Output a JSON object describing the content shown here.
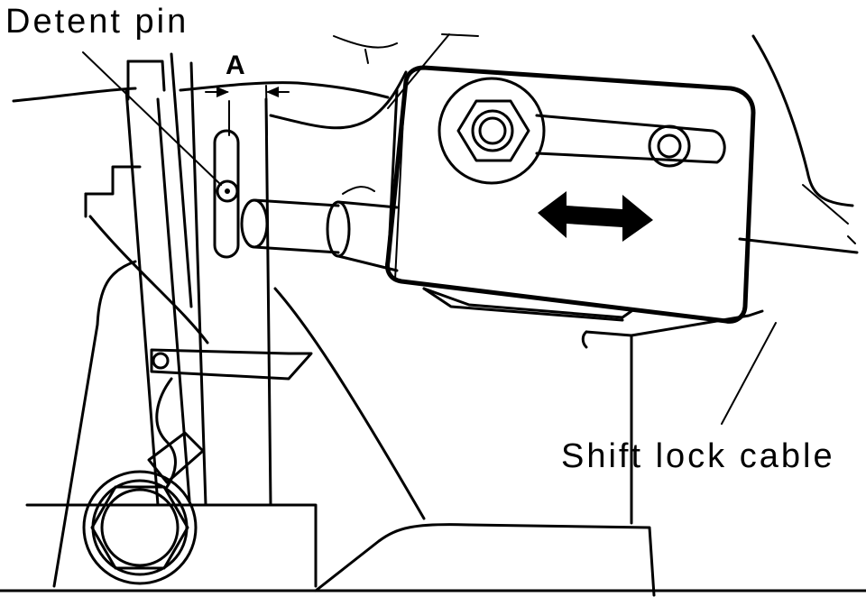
{
  "labels": {
    "detent_pin": "Detent pin",
    "dimension": "A",
    "shift_lock_cable": "Shift lock cable"
  },
  "colors": {
    "ink": "#000000",
    "paper": "#ffffff"
  }
}
